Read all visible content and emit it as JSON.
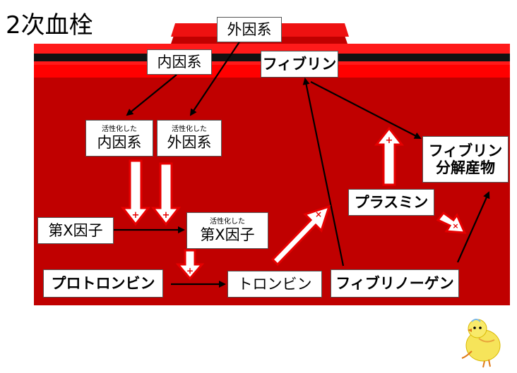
{
  "title": "2次血栓",
  "nodes": {
    "extrinsic_top": "外因系",
    "intrinsic_top": "内因系",
    "activated_prefix": "活性化した",
    "activated_intrinsic": "内因系",
    "activated_extrinsic": "外因系",
    "factor_x": "第X因子",
    "activated_factor_x": "第X因子",
    "prothrombin": "プロトロンビン",
    "thrombin": "トロンビン",
    "fibrinogen": "フィブリノーゲン",
    "fibrin": "フィブリン",
    "plasmin": "プラスミン",
    "fibrin_degradation_line1": "フィブリン",
    "fibrin_degradation_line2": "分解産物"
  },
  "colors": {
    "vessel": "#c00000",
    "vessel_edge": "#ff0000",
    "stripe": "#000000",
    "arrow_outline": "#e60000"
  },
  "icons": [
    "plus-icon",
    "x-icon",
    "chick-illustration"
  ]
}
